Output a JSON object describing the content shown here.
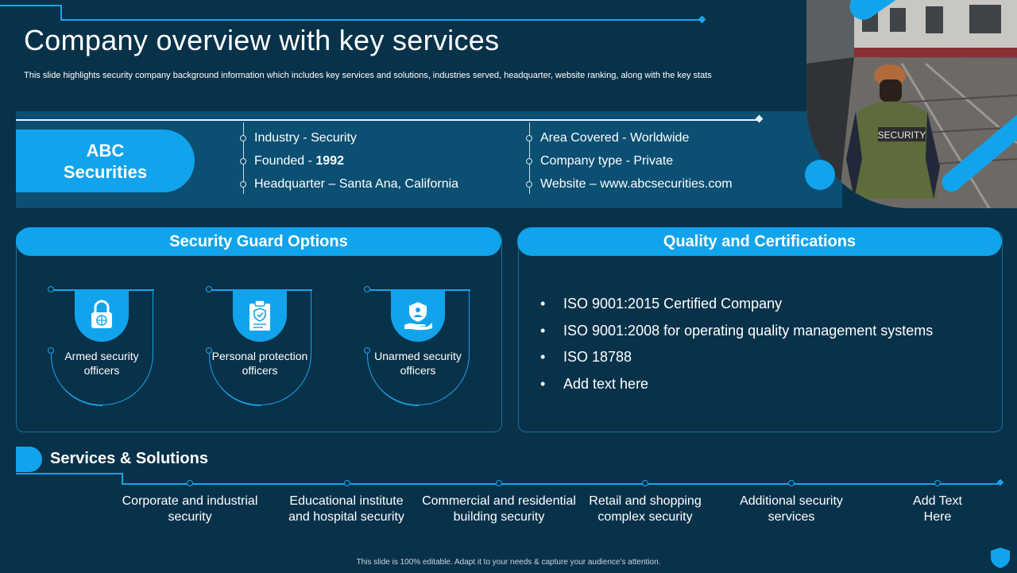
{
  "header": {
    "title": "Company overview with key services",
    "subtitle": "This slide highlights security company background information which includes key services and solutions, industries served, headquarter, website ranking, along with the key stats"
  },
  "company": {
    "name": "ABC Securities",
    "col1": [
      {
        "label": "Industry  - Security"
      },
      {
        "label": "Founded - ",
        "bold": "1992"
      },
      {
        "label": "Headquarter – Santa Ana, California"
      }
    ],
    "col2": [
      {
        "label": "Area Covered - Worldwide"
      },
      {
        "label": "Company type - Private"
      },
      {
        "label": "Website – www.abcsecurities.com"
      }
    ],
    "photo_badge": "SECURITY"
  },
  "guard_options": {
    "heading": "Security Guard Options",
    "items": [
      {
        "label": "Armed security officers",
        "icon": "lock-icon"
      },
      {
        "label": "Personal protection officers",
        "icon": "clipboard-shield-icon"
      },
      {
        "label": "Unarmed security officers",
        "icon": "hand-shield-icon"
      }
    ]
  },
  "certifications": {
    "heading": "Quality and Certifications",
    "items": [
      "ISO 9001:2015 Certified Company",
      "ISO 9001:2008 for operating quality management systems",
      "ISO 18788",
      "Add text here"
    ],
    "bullet": "•"
  },
  "services": {
    "heading": "Services & Solutions",
    "items": [
      "Corporate and industrial security",
      "Educational institute and hospital security",
      "Commercial and residential building security",
      "Retail and shopping complex security",
      "Additional security services",
      "Add Text Here"
    ]
  },
  "footer": "This slide is 100% editable. Adapt it to your needs & capture your audience’s attention.",
  "colors": {
    "background": "#08324a",
    "accent": "#11a4ec",
    "band": "#0b4f72"
  }
}
